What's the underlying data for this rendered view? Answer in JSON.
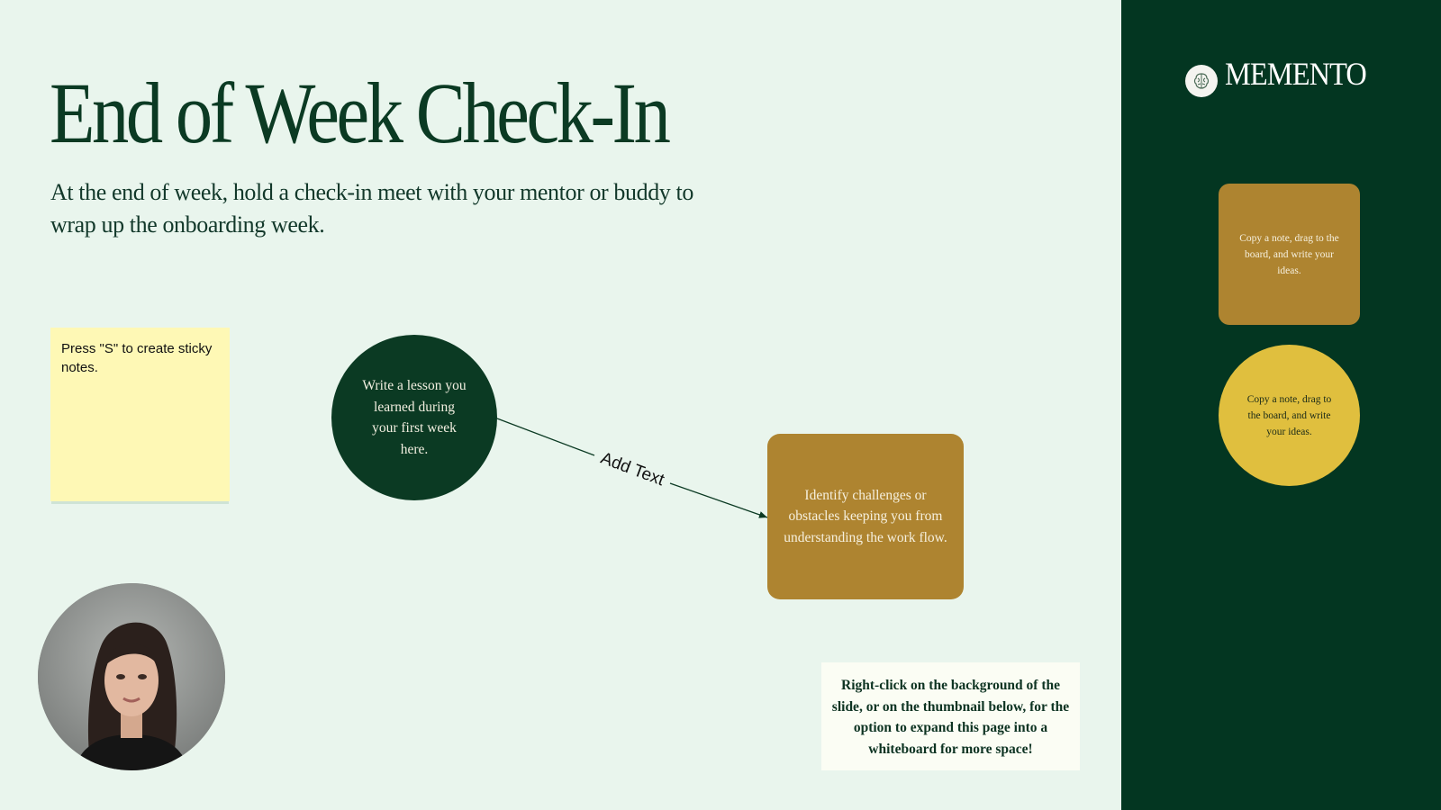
{
  "slide": {
    "title": "End of Week Check-In",
    "subtitle": "At the end of week, hold a check-in meet with your mentor or buddy to wrap up the onboarding week."
  },
  "sticky_note": {
    "text": "Press \"S\" to create sticky notes."
  },
  "lesson_circle": {
    "text": "Write a lesson you learned during your first week here."
  },
  "connector": {
    "label": "Add Text"
  },
  "challenge_box": {
    "text": "Identify challenges or obstacles keeping you from understanding the work flow."
  },
  "hint_box": {
    "text": "Right-click on the background of the slide, or on the thumbnail below, for the option to expand this page into a whiteboard for more space!"
  },
  "side_panel": {
    "brand": "MEMENTO",
    "logo_icon": "brain-icon",
    "template_square_text": "Copy a note, drag to the board, and write your ideas.",
    "template_circle_text": "Copy a note, drag to the board, and write your ideas."
  },
  "colors": {
    "background": "#e9f5ed",
    "dark_green": "#033621",
    "mustard": "#ae8430",
    "yellow": "#e0bf3e",
    "sticky_yellow": "#fef8b5"
  }
}
